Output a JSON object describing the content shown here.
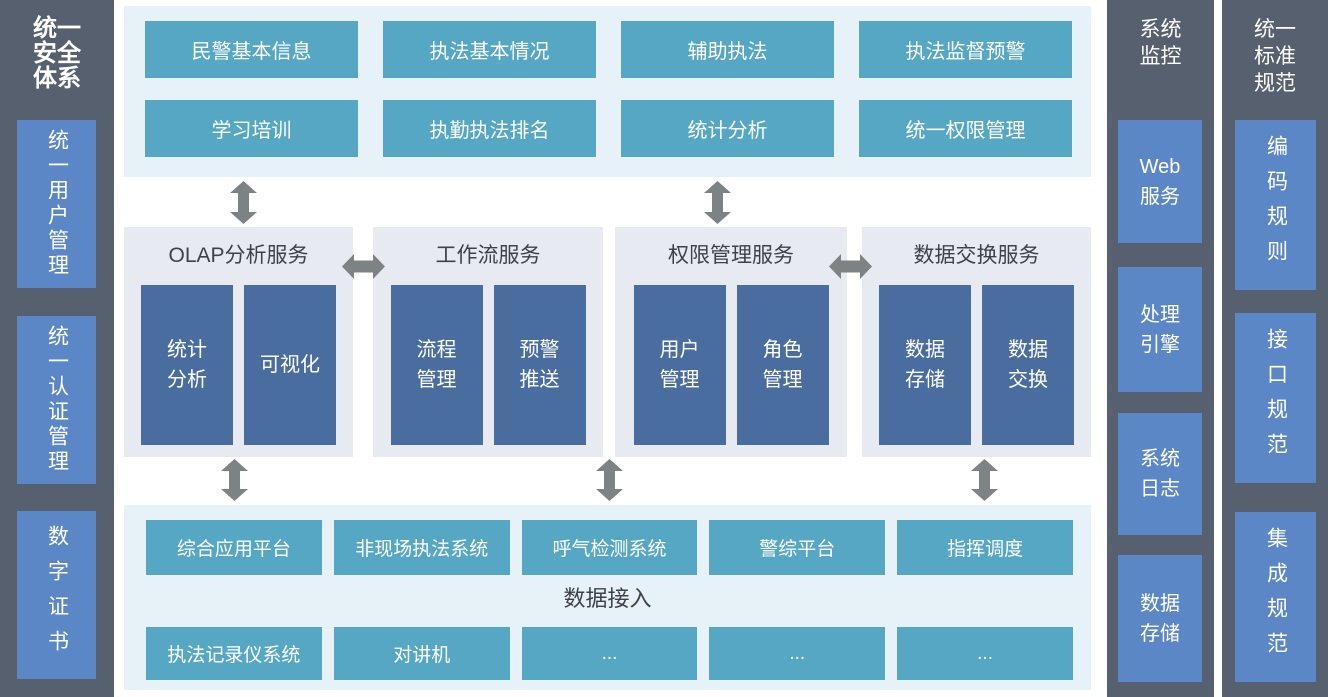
{
  "security_sidebar": {
    "title": "统一\n安全\n体系",
    "items": [
      "统一用户管理",
      "统一认证管理",
      "数字证书"
    ]
  },
  "application_layer": {
    "rows": [
      [
        "民警基本信息",
        "执法基本情况",
        "辅助执法",
        "执法监督预警"
      ],
      [
        "学习培训",
        "执勤执法排名",
        "统计分析",
        "统一权限管理"
      ]
    ]
  },
  "service_layer": {
    "panels": [
      {
        "title": "OLAP分析服务",
        "modules": [
          "统计\n分析",
          "可视化"
        ]
      },
      {
        "title": "工作流服务",
        "modules": [
          "流程\n管理",
          "预警\n推送"
        ]
      },
      {
        "title": "权限管理服务",
        "modules": [
          "用户\n管理",
          "角色\n管理"
        ]
      },
      {
        "title": "数据交换服务",
        "modules": [
          "数据\n存储",
          "数据\n交换"
        ]
      }
    ]
  },
  "access_layer": {
    "systems": [
      "综合应用平台",
      "非现场执法系统",
      "呼气检测系统",
      "警综平台",
      "指挥调度"
    ],
    "label": "数据接入",
    "sources": [
      "执法记录仪系统",
      "对讲机",
      "...",
      "...",
      "..."
    ]
  },
  "monitor_sidebar": {
    "title": "系统\n监控",
    "items": [
      "Web\n服务",
      "处理\n引擎",
      "系统\n日志",
      "数据\n存储"
    ]
  },
  "standards_sidebar": {
    "title": "统一\n标准\n规范",
    "items": [
      "编码规则",
      "接口规范",
      "集成规范"
    ]
  },
  "colors": {
    "sidebar_background": "#57606F",
    "sidebar_box_blue": "#5C87C7",
    "teal_box": "#56A7C4",
    "light_section_background": "#E6F2F7",
    "service_panel_background": "#E8EAF2",
    "service_module_navy": "#4A6DA0",
    "arrow_gray": "#7D8285",
    "dark_text": "#3E4145",
    "box_text": "#FFFFFF"
  }
}
